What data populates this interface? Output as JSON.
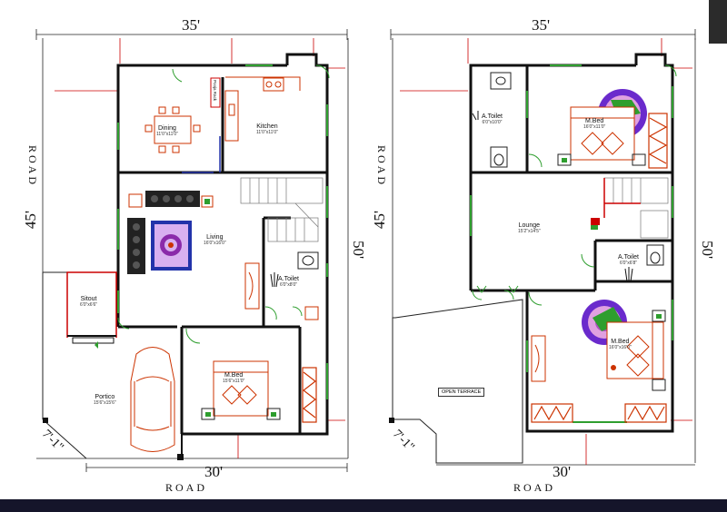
{
  "left_plan": {
    "width_label_top": "35'",
    "width_label_bottom": "30'",
    "depth_label_left": "45'",
    "depth_label_right": "50'",
    "corner_label": "7'-1\"",
    "road_top_side": "ROAD",
    "road_bottom": "ROAD",
    "rooms": {
      "dining": {
        "name": "Dining",
        "size": "11'0\"x11'0\""
      },
      "kitchen": {
        "name": "Kitchen",
        "size": "11'0\"x11'0\""
      },
      "living": {
        "name": "Living",
        "size": "16'0\"x16'0\""
      },
      "toilet": {
        "name": "A.Toilet",
        "size": "6'0\"x8'0\""
      },
      "sitout": {
        "name": "Sitout",
        "size": "6'0\"x6'6\""
      },
      "portico": {
        "name": "Portico",
        "size": "15'6\"x15'6\""
      },
      "bedroom": {
        "name": "M.Bed",
        "size": "15'6\"x11'0\""
      },
      "pooja": {
        "name": "Pooja Rack"
      }
    }
  },
  "right_plan": {
    "width_label_top": "35'",
    "width_label_bottom": "30'",
    "depth_label_left": "45'",
    "depth_label_right": "50'",
    "corner_label": "7'-1\"",
    "road_side": "ROAD",
    "road_bottom": "ROAD",
    "rooms": {
      "toilet_top": {
        "name": "A.Toilet",
        "size": "6'0\"x10'0\""
      },
      "bed_top": {
        "name": "M.Bed",
        "size": "16'0\"x11'0\""
      },
      "lounge": {
        "name": "Lounge",
        "size": "15'2\"x14'5\""
      },
      "toilet_mid": {
        "name": "A.Toilet",
        "size": "6'0\"x6'8\""
      },
      "bed_bottom": {
        "name": "M.Bed",
        "size": "16'0\"x16'0\""
      }
    },
    "open_terrace": "OPEN TERRACE"
  },
  "colors": {
    "wall": "#111111",
    "window": "#2e9e2e",
    "furniture": "#cc3300",
    "dimension": "#cc0000",
    "rug": "#6a1a9a",
    "accent_blue": "#2233aa"
  },
  "icons": [
    "car-icon",
    "sofa-icon",
    "bed-icon",
    "dining-table-icon",
    "toilet-icon",
    "stair-icon",
    "rug-icon"
  ]
}
